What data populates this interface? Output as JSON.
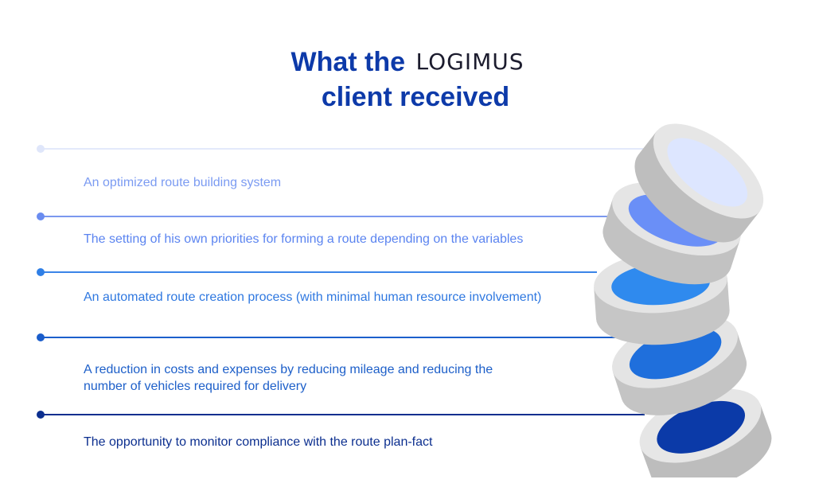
{
  "header": {
    "title_prefix": "What the",
    "brand": "LOGIMUS",
    "title_suffix": "client received"
  },
  "items": [
    {
      "text": "An optimized route building system",
      "color": "#7b9bf2"
    },
    {
      "text": "The setting of his own priorities for forming a route depending on the variables",
      "color": "#5b84f0"
    },
    {
      "text": "An automated route creation process (with minimal human resource involvement)",
      "color": "#2f78e0"
    },
    {
      "text": "A reduction in costs and expenses by reducing mileage and reducing the number of vehicles required for delivery",
      "color": "#1d5fc9"
    },
    {
      "text": "The opportunity to monitor compliance with the route plan-fact",
      "color": "#0c2f8f"
    }
  ],
  "colors": {
    "title": "#0d3aa9",
    "brand": "#1c1c2e",
    "disc_faces": [
      "#dde6ff",
      "#6a8ff7",
      "#2f8aee",
      "#1f6fdc",
      "#0b3aa8"
    ]
  }
}
